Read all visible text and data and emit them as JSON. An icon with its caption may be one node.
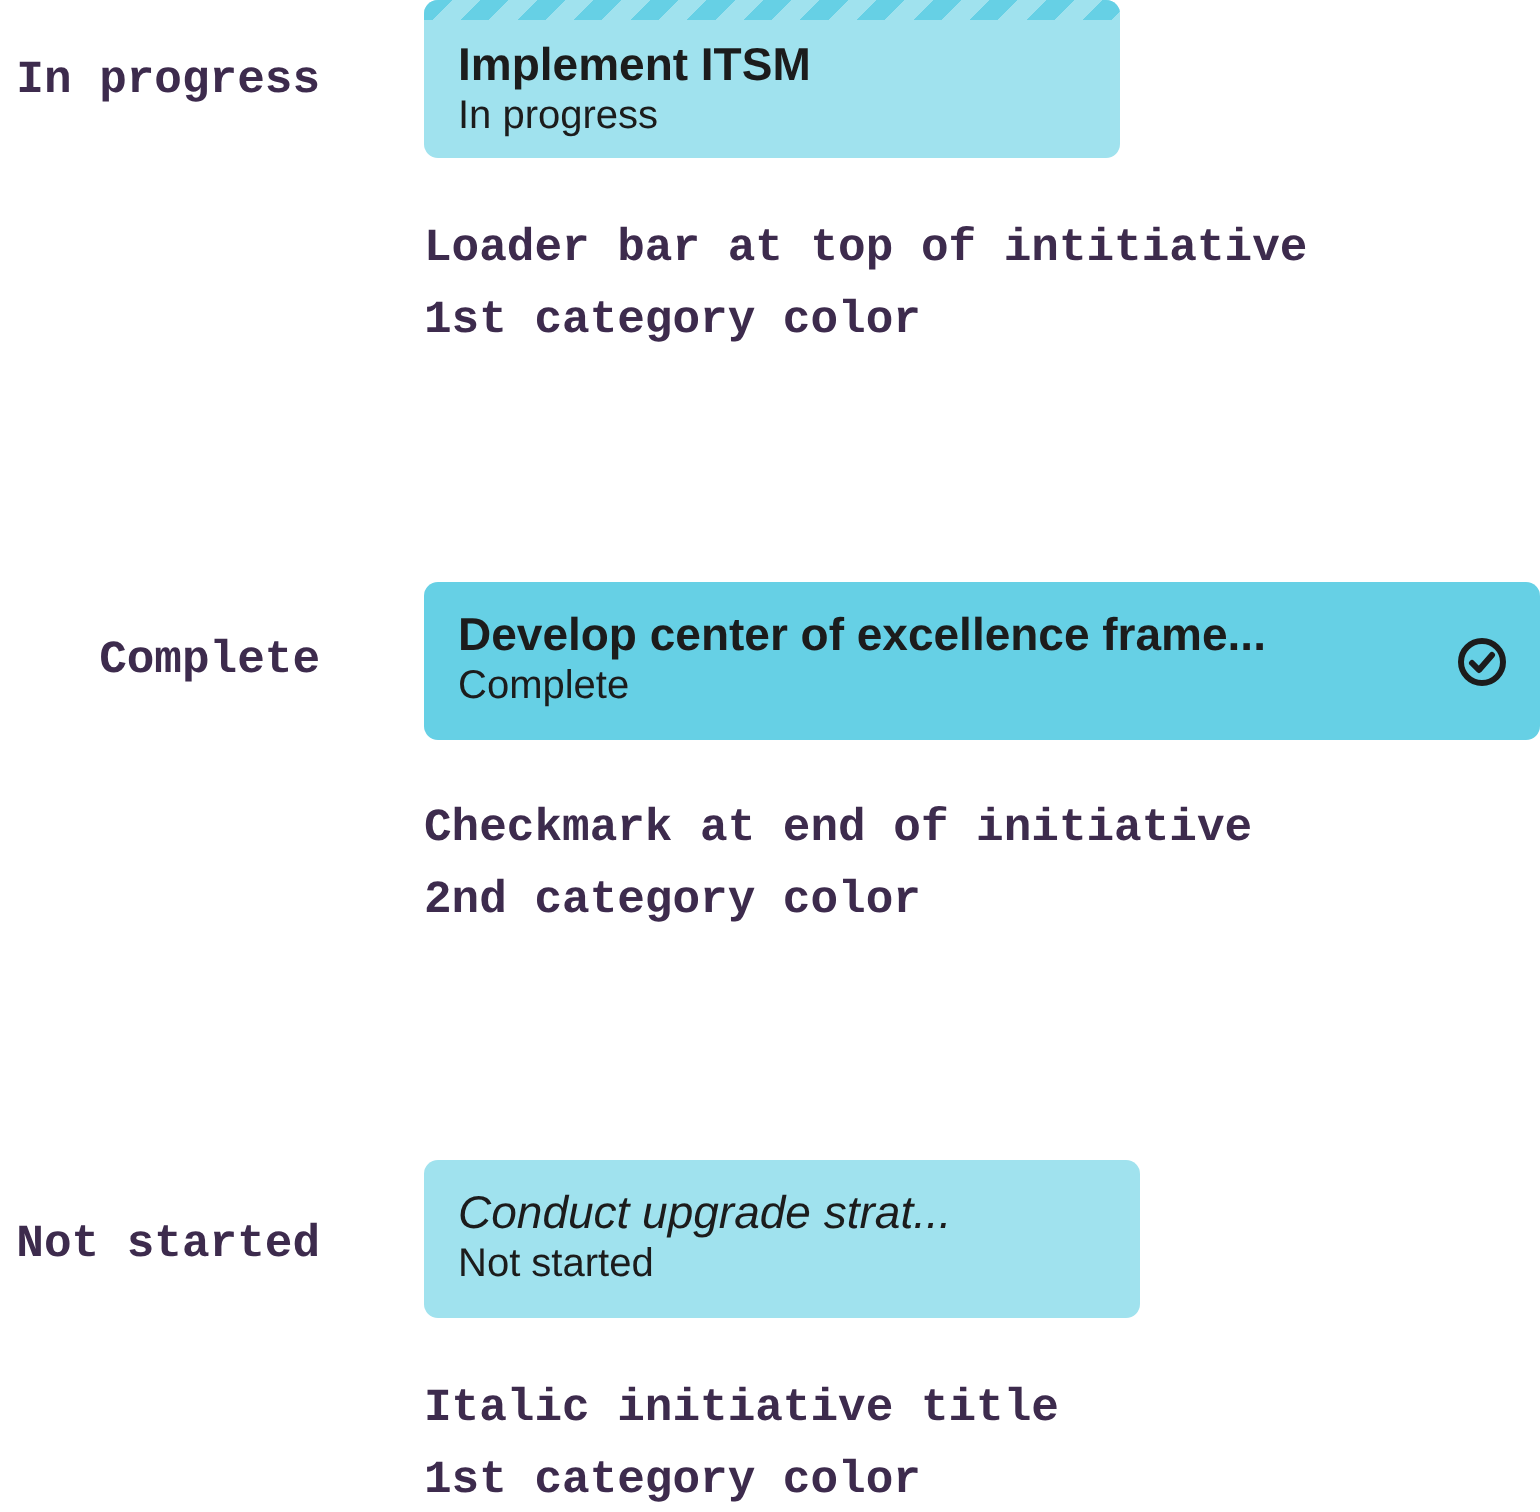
{
  "diagram": {
    "nodes": [
      {
        "text": [
          "Implement ITSM",
          "In progress"
        ],
        "beside": [
          "In progress",
          "Loader bar at top of intitiative",
          "1st category color"
        ]
      },
      {
        "text": [
          "Develop center of excellence frame...",
          "Complete"
        ],
        "beside": [
          "Complete",
          "Checkmark at end of initiative",
          "2nd category color"
        ]
      },
      {
        "text": [
          "Conduct upgrade strat...",
          "Not started"
        ],
        "beside": [
          "Not started",
          "Italic initiative title",
          "1st category color"
        ]
      }
    ]
  }
}
